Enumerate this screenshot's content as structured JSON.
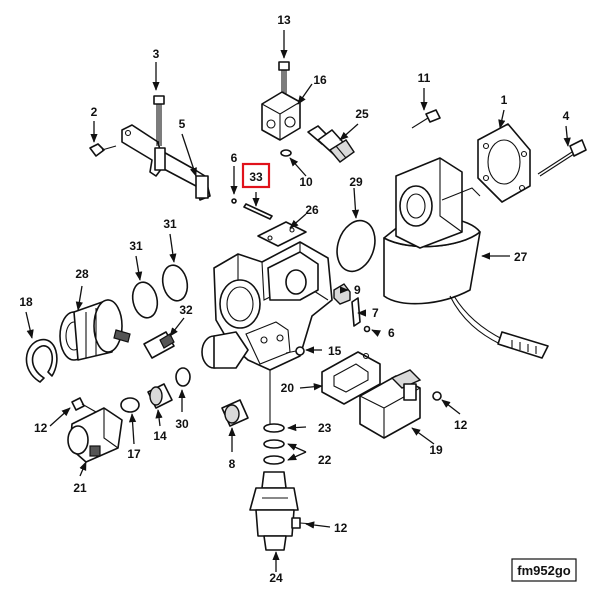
{
  "diagram": {
    "reference_code": "fm952go",
    "highlighted_callout": "33",
    "callouts": {
      "c1": "1",
      "c2": "2",
      "c3": "3",
      "c4": "4",
      "c5": "5",
      "c6a": "6",
      "c6b": "6",
      "c7": "7",
      "c8": "8",
      "c9": "9",
      "c10": "10",
      "c11": "11",
      "c12a": "12",
      "c12b": "12",
      "c12c": "12",
      "c13": "13",
      "c14": "14",
      "c15": "15",
      "c16": "16",
      "c17": "17",
      "c18": "18",
      "c19": "19",
      "c20": "20",
      "c21": "21",
      "c22": "22",
      "c23": "23",
      "c24": "24",
      "c25": "25",
      "c26": "26",
      "c27": "27",
      "c28": "28",
      "c29": "29",
      "c30": "30",
      "c31a": "31",
      "c31b": "31",
      "c32": "32",
      "c33": "33"
    },
    "colors": {
      "line": "#111111",
      "highlight": "#e0121b",
      "background": "#ffffff"
    }
  }
}
